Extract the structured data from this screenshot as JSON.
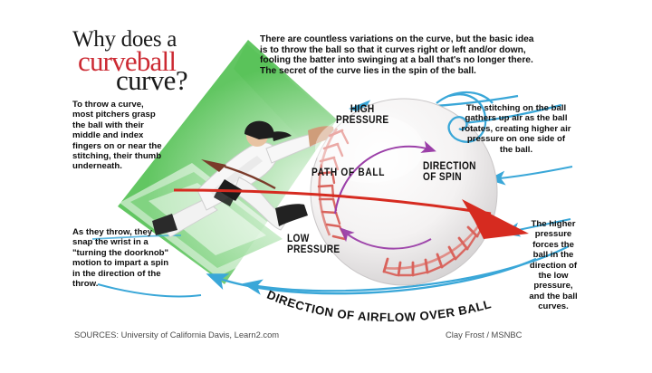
{
  "title": {
    "line1": "Why does a",
    "line2": "curveball",
    "line3": "curve?",
    "accent_color": "#cc2a33"
  },
  "intro": {
    "lines": [
      "There are countless variations on the curve, but the basic idea",
      "is to throw the ball so that it curves right or left and/or down,",
      "fooling the batter into swinging at a ball that's no longer there.",
      "The secret of the curve lies in the spin of the ball."
    ]
  },
  "callouts": {
    "grip": "To throw a curve, most pitchers grasp the ball with their middle and index fingers on or near the stitching, their thumb underneath.",
    "wrist": "As they throw, they snap the wrist in a \"turning the doorknob\" motion to impart a spin in the direction of the throw.",
    "stitching": "The stitching  on the ball gathers up air as the ball rotates, creating higher air pressure on one side of the ball.",
    "force": "The higher pressure forces the ball in the direction of the low pressure, and the ball curves."
  },
  "diagram_labels": {
    "high_pressure": "HIGH\nPRESSURE",
    "low_pressure": "LOW\nPRESSURE",
    "path_of_ball": "PATH OF BALL",
    "direction_of_spin": "DIRECTION\nOF SPIN",
    "airflow": "DIRECTION OF AIRFLOW OVER BALL"
  },
  "footer": {
    "sources": "SOURCES: University of California Davis, Learn2.com",
    "credit": "Clay Frost / MSNBC"
  },
  "colors": {
    "field_green": "#5ac35a",
    "airflow_blue": "#3aa7d8",
    "path_red": "#d62b20",
    "spin_purple": "#9b3fa8",
    "stitch_red": "#d9635c",
    "title_red": "#cc2a33"
  }
}
